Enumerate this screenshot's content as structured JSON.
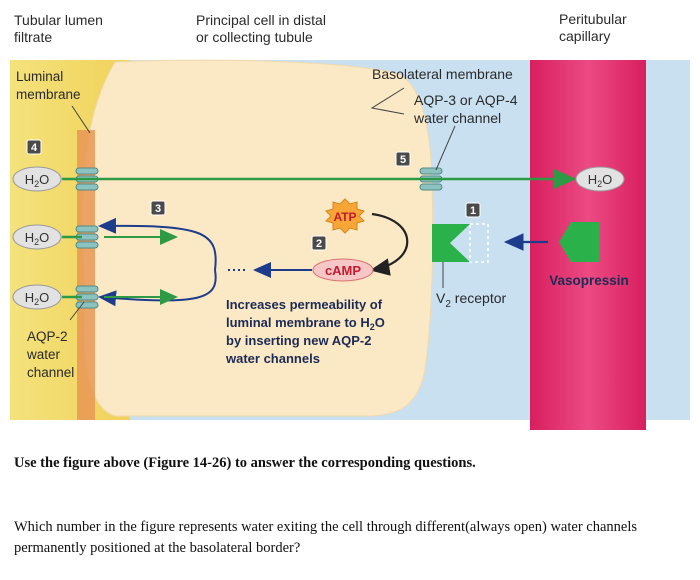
{
  "figure": {
    "labels": {
      "tubular_lumen": [
        "Tubular lumen",
        "filtrate"
      ],
      "principal_cell": [
        "Principal cell in distal",
        "or collecting tubule"
      ],
      "peritubular": [
        "Peritubular",
        "capillary"
      ],
      "luminal_membrane": [
        "Luminal",
        "membrane"
      ],
      "basolateral_membrane": "Basolateral membrane",
      "aqp34": [
        "AQP-3 or AQP-4",
        "water channel"
      ],
      "aqp2": [
        "AQP-2",
        "water",
        "channel"
      ],
      "v2_receptor": "V",
      "v2_receptor_sub": "2",
      "v2_receptor_rest": " receptor",
      "vasopressin": "Vasopressin",
      "atp": "ATP",
      "camp": "cAMP",
      "h2o_main": "H",
      "h2o_sub": "2",
      "h2o_end": "O",
      "increases": [
        "Increases permeability of",
        "luminal membrane to H",
        "by inserting new AQP-2",
        "water channels"
      ],
      "increases_sub": "2",
      "increases_end": "O"
    },
    "step_numbers": [
      "4",
      "3",
      "5",
      "2",
      "1"
    ],
    "colors": {
      "lumen": "#f3e07a",
      "cell": "#fbe9c7",
      "interstitial": "#c5def0",
      "capillary": "#e0306e",
      "arrow_green": "#2f9a45",
      "arrow_blue": "#1d3c8c",
      "receptor_green": "#2bb14a"
    }
  },
  "question": {
    "instruction": "Use the figure above (Figure 14-26) to answer the corresponding questions.",
    "text": "Which number in the figure represents water exiting the cell through different(always open) water channels permanently positioned at the basolateral border?"
  }
}
